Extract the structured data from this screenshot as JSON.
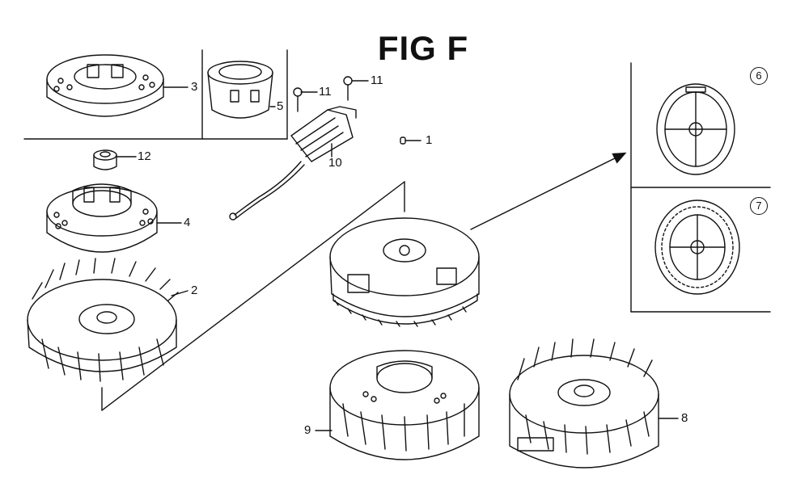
{
  "figure": {
    "title": "FIG F"
  },
  "callouts": [
    {
      "key": "p1",
      "label": "1"
    },
    {
      "key": "p2",
      "label": "2"
    },
    {
      "key": "p3",
      "label": "3"
    },
    {
      "key": "p4",
      "label": "4"
    },
    {
      "key": "p5",
      "label": "5"
    },
    {
      "key": "p6",
      "label": "6"
    },
    {
      "key": "p7",
      "label": "7"
    },
    {
      "key": "p8",
      "label": "8"
    },
    {
      "key": "p9",
      "label": "9"
    },
    {
      "key": "p10",
      "label": "10"
    },
    {
      "key": "p11a",
      "label": "11"
    },
    {
      "key": "p11b",
      "label": "11"
    },
    {
      "key": "p12",
      "label": "12"
    }
  ],
  "colors": {
    "ink": "#111111",
    "paper": "#ffffff"
  }
}
